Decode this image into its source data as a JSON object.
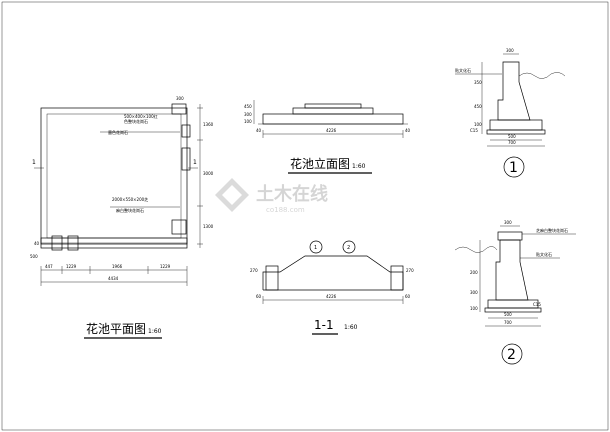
{
  "plan": {
    "title": "花池平面图",
    "scale": "1:60",
    "note_a": "墨色花岗石",
    "note_b1": "500×400×100红",
    "note_b2": "色整块花岗石",
    "note_c1": "2000×550×200芝",
    "note_c2": "麻白整块花岗石",
    "section_mark": "1",
    "dims": {
      "overall": "4434",
      "d1": "1229",
      "d2": "1966",
      "d3": "1229",
      "d4": "447",
      "top_right": "300",
      "right_top": "1360",
      "right_mid": "3000",
      "right_bot": "1300",
      "left_bot": "500",
      "left_small": "40"
    }
  },
  "elevation": {
    "title": "花池立面图",
    "scale": "1:60",
    "dims": {
      "overall": "4226",
      "left": "40",
      "right": "40",
      "h1": "450",
      "h2": "300",
      "h3": "100"
    }
  },
  "section11": {
    "title": "1-1",
    "scale": "1:60",
    "circle1": "1",
    "circle2": "2",
    "dims": {
      "overall": "4226",
      "left_h": "270",
      "right_h": "270",
      "left_w": "60",
      "right_w": "60"
    }
  },
  "detail1": {
    "label": "贴文化石",
    "circle": "1",
    "dims": {
      "top": "300",
      "width": "700",
      "inner": "500",
      "h1": "350",
      "h2": "100",
      "h3": "450",
      "h4": "C15"
    }
  },
  "detail2": {
    "label_top": "芝麻白整块花岗石",
    "label_mid": "贴文化石",
    "circle": "2",
    "dims": {
      "top": "300",
      "width": "700",
      "inner": "500",
      "h1": "200",
      "h2": "300",
      "h3": "C15",
      "h4": "100"
    }
  },
  "watermark": {
    "main": "土木在线",
    "sub": "co188.com"
  }
}
